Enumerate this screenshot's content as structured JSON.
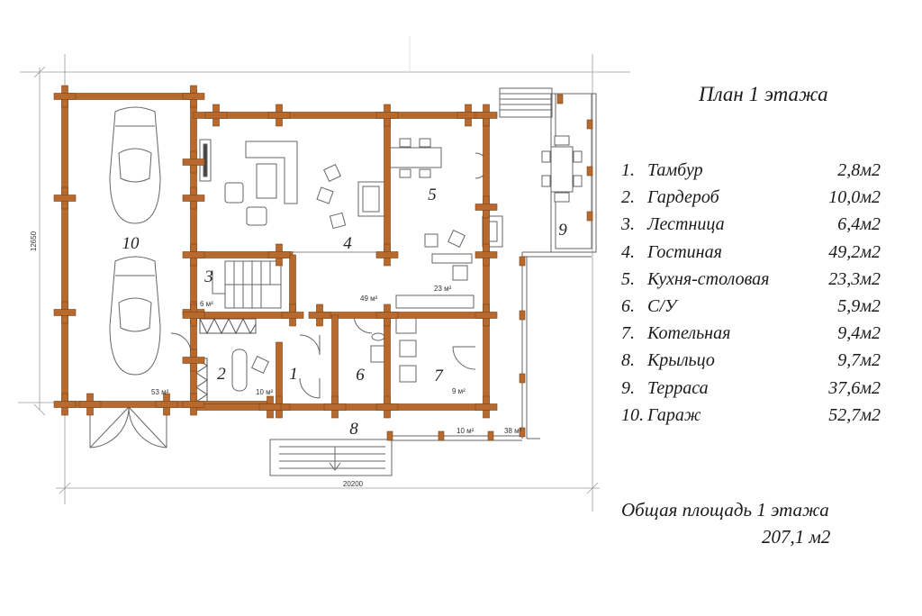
{
  "title": "План 1 этажа",
  "rooms": [
    {
      "num": "1.",
      "name": "Тамбур",
      "area": "2,8м2"
    },
    {
      "num": "2.",
      "name": "Гардероб",
      "area": "10,0м2"
    },
    {
      "num": "3.",
      "name": "Лестница",
      "area": "6,4м2"
    },
    {
      "num": "4.",
      "name": "Гостиная",
      "area": "49,2м2"
    },
    {
      "num": "5.",
      "name": "Кухня-столовая",
      "area": "23,3м2"
    },
    {
      "num": "6.",
      "name": "С/У",
      "area": "5,9м2"
    },
    {
      "num": "7.",
      "name": "Котельная",
      "area": "9,4м2"
    },
    {
      "num": "8.",
      "name": "Крыльцо",
      "area": "9,7м2"
    },
    {
      "num": "9.",
      "name": "Терраса",
      "area": "37,6м2"
    },
    {
      "num": "10.",
      "name": "Гараж",
      "area": "52,7м2"
    }
  ],
  "total": {
    "label": "Общая площадь 1 этажа",
    "value": "207,1 м2"
  },
  "plan": {
    "room_numbers": [
      "1",
      "2",
      "3",
      "4",
      "5",
      "6",
      "7",
      "8",
      "9",
      "10"
    ],
    "area_marks": [
      "53 м²",
      "10 м²",
      "6 м²",
      "49 м²",
      "23 м²",
      "9 м²",
      "10 м²",
      "38 м²"
    ],
    "dim_width": "20200",
    "dim_height": "12650"
  },
  "colors": {
    "log": "#b86a2e",
    "log_edge": "#7a4318",
    "line": "#555555",
    "dim": "#999999"
  }
}
